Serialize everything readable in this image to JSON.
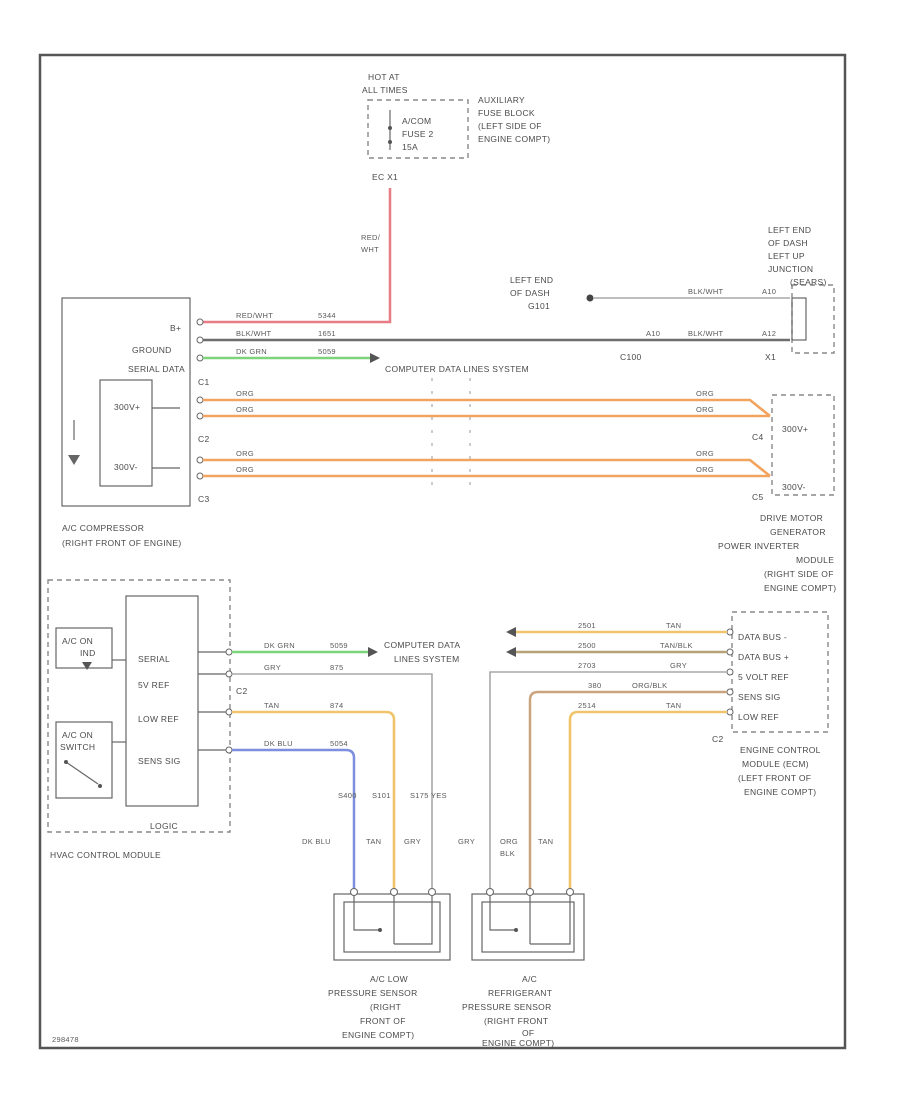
{
  "fuse": {
    "hot_line1": "HOT AT",
    "hot_line2": "ALL TIMES",
    "fuse_line1": "A/COM",
    "fuse_line2": "FUSE 2",
    "fuse_line3": "15A",
    "block_line1": "AUXILIARY",
    "block_line2": "FUSE BLOCK",
    "block_line3": "(LEFT SIDE OF",
    "block_line4": "ENGINE COMPT)",
    "connector": "EC   X1"
  },
  "red_wire": {
    "color_line1": "RED/",
    "color_line2": "WHT"
  },
  "compressor": {
    "b_plus": "B+",
    "ground": "GROUND",
    "serial_data": "SERIAL DATA",
    "hv1": "300V+",
    "hv2": "300V-",
    "c1": "C1",
    "c2": "C2",
    "c3": "C3",
    "name_line1": "A/C COMPRESSOR",
    "name_line2": "(RIGHT FRONT OF ENGINE)"
  },
  "wires_top": {
    "red_color": "RED/WHT",
    "red_circuit": "5344",
    "blk_color": "BLK/WHT",
    "blk_circuit": "1651",
    "grn_color": "DK GRN",
    "grn_circuit": "5059",
    "computer_data": "COMPUTER DATA LINES SYSTEM",
    "org": "ORG"
  },
  "ground": {
    "left_line1": "LEFT END",
    "left_line2": "OF DASH",
    "left_line3": "G101",
    "blk_color": "BLK/WHT",
    "pin_a": "A10",
    "pin_b": "A12",
    "c100": "C100",
    "x1": "X1",
    "junction_line1": "LEFT END",
    "junction_line2": "OF DASH",
    "junction_line3": "LEFT UP",
    "junction_line4": "JUNCTION",
    "junction_line5": "(SEARS)"
  },
  "inverter": {
    "hv1": "300V+",
    "hv2": "300V-",
    "c4": "C4",
    "c5": "C5",
    "name_line1": "DRIVE MOTOR",
    "name_line2": "GENERATOR",
    "name_line3": "POWER INVERTER",
    "name_line4": "MODULE",
    "name_line5": "(RIGHT SIDE OF",
    "name_line6": "ENGINE COMPT)"
  },
  "hvac": {
    "ac_on_line1": "A/C ON",
    "ac_on_line2": "IND",
    "ac_switch_line1": "A/C ON",
    "ac_switch_line2": "SWITCH",
    "serial": "SERIAL",
    "five_v_ref": "5V REF",
    "low_ref": "LOW REF",
    "sens_sig": "SENS SIG",
    "logic": "LOGIC",
    "c2": "C2",
    "name": "HVAC CONTROL MODULE"
  },
  "hvac_wires": {
    "grn": "DK GRN",
    "grn_c": "5059",
    "gry": "GRY",
    "gry_c": "875",
    "tan": "TAN",
    "tan_c": "874",
    "blu": "DK BLU",
    "blu_c": "5054",
    "computer_line1": "COMPUTER DATA",
    "computer_line2": "LINES SYSTEM",
    "splice": "S400",
    "s_ref": "S101",
    "s_ref2": "S175 YES"
  },
  "ecm": {
    "data_bus_minus": "DATA BUS -",
    "data_bus_plus": "DATA BUS +",
    "five_volt_ref": "5 VOLT REF",
    "sens_sig": "SENS SIG",
    "low_ref": "LOW REF",
    "c2": "C2",
    "name_line1": "ENGINE CONTROL",
    "name_line2": "MODULE (ECM)",
    "name_line3": "(LEFT FRONT OF",
    "name_line4": "ENGINE COMPT)"
  },
  "ecm_wires": {
    "w1_c": "2501",
    "w1_color": "TAN",
    "w2_c": "2500",
    "w2_color": "TAN/BLK",
    "w3_c": "2703",
    "w3_color": "GRY",
    "w4_c": "380",
    "w4_color": "ORG/BLK",
    "w5_c": "2514",
    "w5_color": "TAN"
  },
  "sensor_labels": {
    "dk_blu": "DK BLU",
    "tan": "TAN",
    "gry": "GRY",
    "gry2": "GRY",
    "org_line1": "ORG",
    "org_line2": "BLK",
    "tan2": "TAN"
  },
  "low_sensor": {
    "line1": "A/C LOW",
    "line2": "PRESSURE SENSOR",
    "line3": "(RIGHT",
    "line4": "FRONT OF",
    "line5": "ENGINE COMPT)"
  },
  "ref_sensor": {
    "line1": "A/C",
    "line2": "REFRIGERANT",
    "line3": "PRESSURE SENSOR",
    "line4": "(RIGHT FRONT",
    "line5": "OF",
    "line6": "ENGINE COMPT)"
  },
  "footer": {
    "id": "298478"
  }
}
